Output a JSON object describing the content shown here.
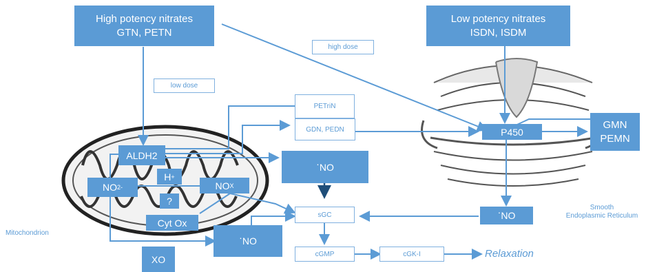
{
  "nodes": {
    "high_potency_title": "High potency nitrates",
    "high_potency_drugs": "GTN, PETN",
    "low_potency_title": "Low potency nitrates",
    "low_potency_drugs": "ISDN, ISDM",
    "high_dose": "high dose",
    "low_dose": "low dose",
    "petrin": "PETriN",
    "gdn_pedn": "GDN, PEDN",
    "p450": "P450",
    "gmn": "GMN",
    "pemn": "PEMN",
    "aldh2": "ALDH2",
    "no_mito": "NO",
    "no_mito_dot": "·",
    "h_plus": "H",
    "h_plus_sup": "+",
    "no2": "NO",
    "no2_sub": "2",
    "no2_sup": "-",
    "nox": "NO",
    "nox_sub": "X",
    "question": "?",
    "cyt_ox": "Cyt Ox",
    "sgc": "sGC",
    "no_er": "NO",
    "no_er_dot": "·",
    "no_xo": "NO",
    "no_xo_dot": "·",
    "xo": "XO",
    "cgmp": "cGMP",
    "cgk": "cGK-I",
    "relaxation": "Relaxation",
    "mitochondrion": "Mitochondrion",
    "smooth_er_1": "Smooth",
    "smooth_er_2": "Endoplasmic Reticulum"
  },
  "colors": {
    "solid_fill": "#5b9bd5",
    "outline_stroke": "#7fb0df",
    "arrow": "#5b9bd5",
    "dark_arrow": "#1f4e79"
  }
}
